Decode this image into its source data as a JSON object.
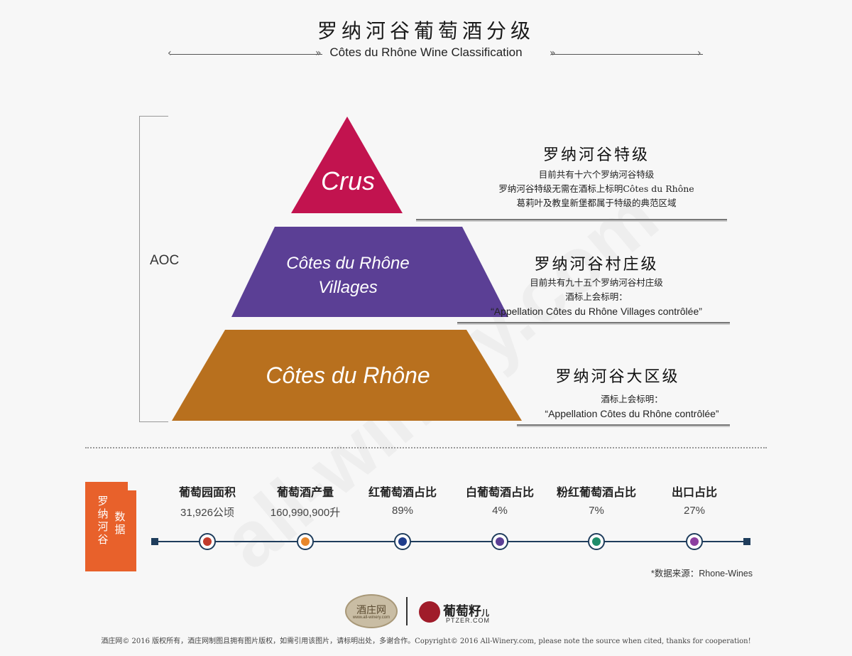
{
  "header": {
    "title_cn": "罗纳河谷葡萄酒分级",
    "title_en": "Côtes du Rhône Wine Classification"
  },
  "watermark": "all-winery.com",
  "aoc_label": "AOC",
  "pyramid": {
    "tiers": [
      {
        "label_lines": [
          "Crus"
        ],
        "color": "#c2134f",
        "heading": "罗纳河谷特级",
        "desc": [
          "目前共有十六个罗纳河谷特级",
          "罗纳河谷特级无需在酒标上标明Côtes du Rhône",
          "葛莉叶及教皇新堡都属于特级的典范区域"
        ]
      },
      {
        "label_lines": [
          "Côtes du Rhône",
          "Villages"
        ],
        "color": "#5b3f95",
        "heading": "罗纳河谷村庄级",
        "desc": [
          "目前共有九十五个罗纳河谷村庄级",
          "酒标上会标明：",
          "“Appellation  Côtes du Rhône Villages contrôlée”"
        ]
      },
      {
        "label_lines": [
          "Côtes du Rhône"
        ],
        "color": "#b8701e",
        "heading": "罗纳河谷大区级",
        "desc": [
          "酒标上会标明：",
          "“Appellation  Côtes du Rhône contrôlée”"
        ]
      }
    ]
  },
  "side_tag": {
    "col1": "罗纳河谷",
    "col2": "数据"
  },
  "stats": [
    {
      "label": "葡萄园面积",
      "value": "31,926公顷",
      "dot_color": "#c23b2b"
    },
    {
      "label": "葡萄酒产量",
      "value": "160,990,900升",
      "dot_color": "#e8872b"
    },
    {
      "label": "红葡萄酒占比",
      "value": "89%",
      "dot_color": "#1f3d8c"
    },
    {
      "label": "白葡萄酒占比",
      "value": "4%",
      "dot_color": "#5b3f95"
    },
    {
      "label": "粉红葡萄酒占比",
      "value": "7%",
      "dot_color": "#1f8c6a"
    },
    {
      "label": "出口占比",
      "value": "27%",
      "dot_color": "#8c3fa0"
    }
  ],
  "source": "*数据来源：Rhone-Wines",
  "logos": {
    "logo1_text": "酒庄网",
    "logo1_sub": "www.all-winery.com",
    "logo2_name": "葡萄籽",
    "logo2_suffix": "儿",
    "logo2_url": "PTZER.COM"
  },
  "footer": "酒庄网© 2016 版权所有，酒庄网制图且拥有图片版权，如需引用该图片，请标明出处，多谢合作。Copyright© 2016 All-Winery.com, please note  the source when cited, thanks for cooperation!"
}
